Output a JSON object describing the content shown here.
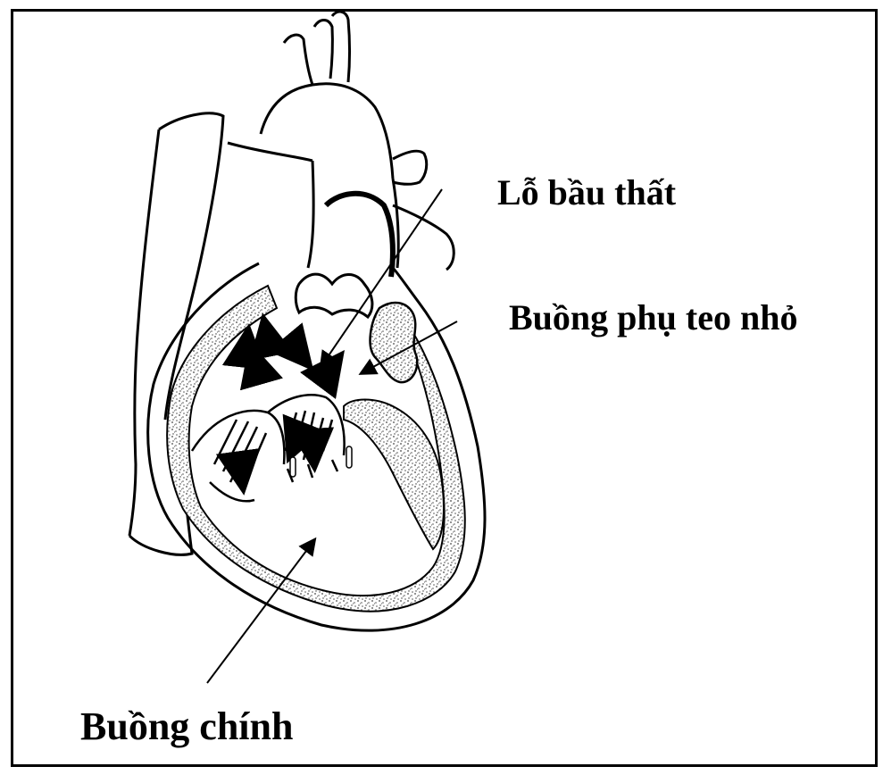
{
  "labels": {
    "lo_bau_that": "Lỗ bầu thất",
    "buong_phu": "Buồng phụ teo nhỏ",
    "buong_chinh": "Buồng chính"
  },
  "colors": {
    "ink": "#000000",
    "paper": "#ffffff",
    "myocardium": "#b0b0b0"
  }
}
